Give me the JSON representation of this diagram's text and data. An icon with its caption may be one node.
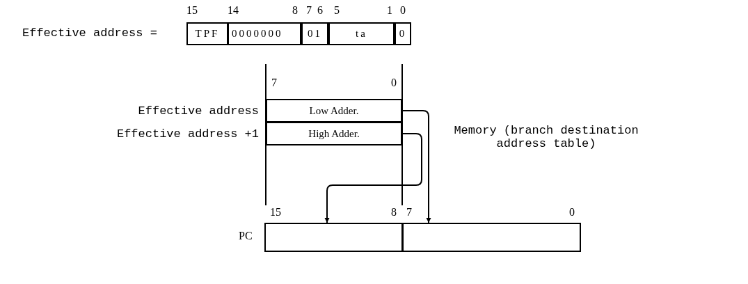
{
  "diagram": {
    "nodes": [
      {
        "text": [
          "TPF"
        ]
      },
      {
        "text": [
          "0000000"
        ]
      },
      {
        "text": [
          "01"
        ]
      },
      {
        "text": [
          "ta"
        ]
      },
      {
        "text": [
          "0"
        ]
      },
      {
        "text": [
          "Low Adder."
        ],
        "beside": [
          "Effective address"
        ]
      },
      {
        "text": [
          "High Adder."
        ],
        "beside": [
          "Effective address +1"
        ]
      },
      {
        "text": [],
        "shape": "box"
      },
      {
        "text": [],
        "shape": "box"
      }
    ],
    "edges": [
      {
        "from": 5,
        "to": 8,
        "arrow": "to"
      },
      {
        "from": 6,
        "to": 7,
        "arrow": "to"
      }
    ],
    "labels": [
      "15",
      "14",
      "8",
      "7",
      "6",
      "5",
      "1",
      "0",
      "Effective address =",
      "7",
      "0",
      "Memory (branch destination address table)",
      "15",
      "8",
      "7",
      "0",
      "PC"
    ]
  }
}
